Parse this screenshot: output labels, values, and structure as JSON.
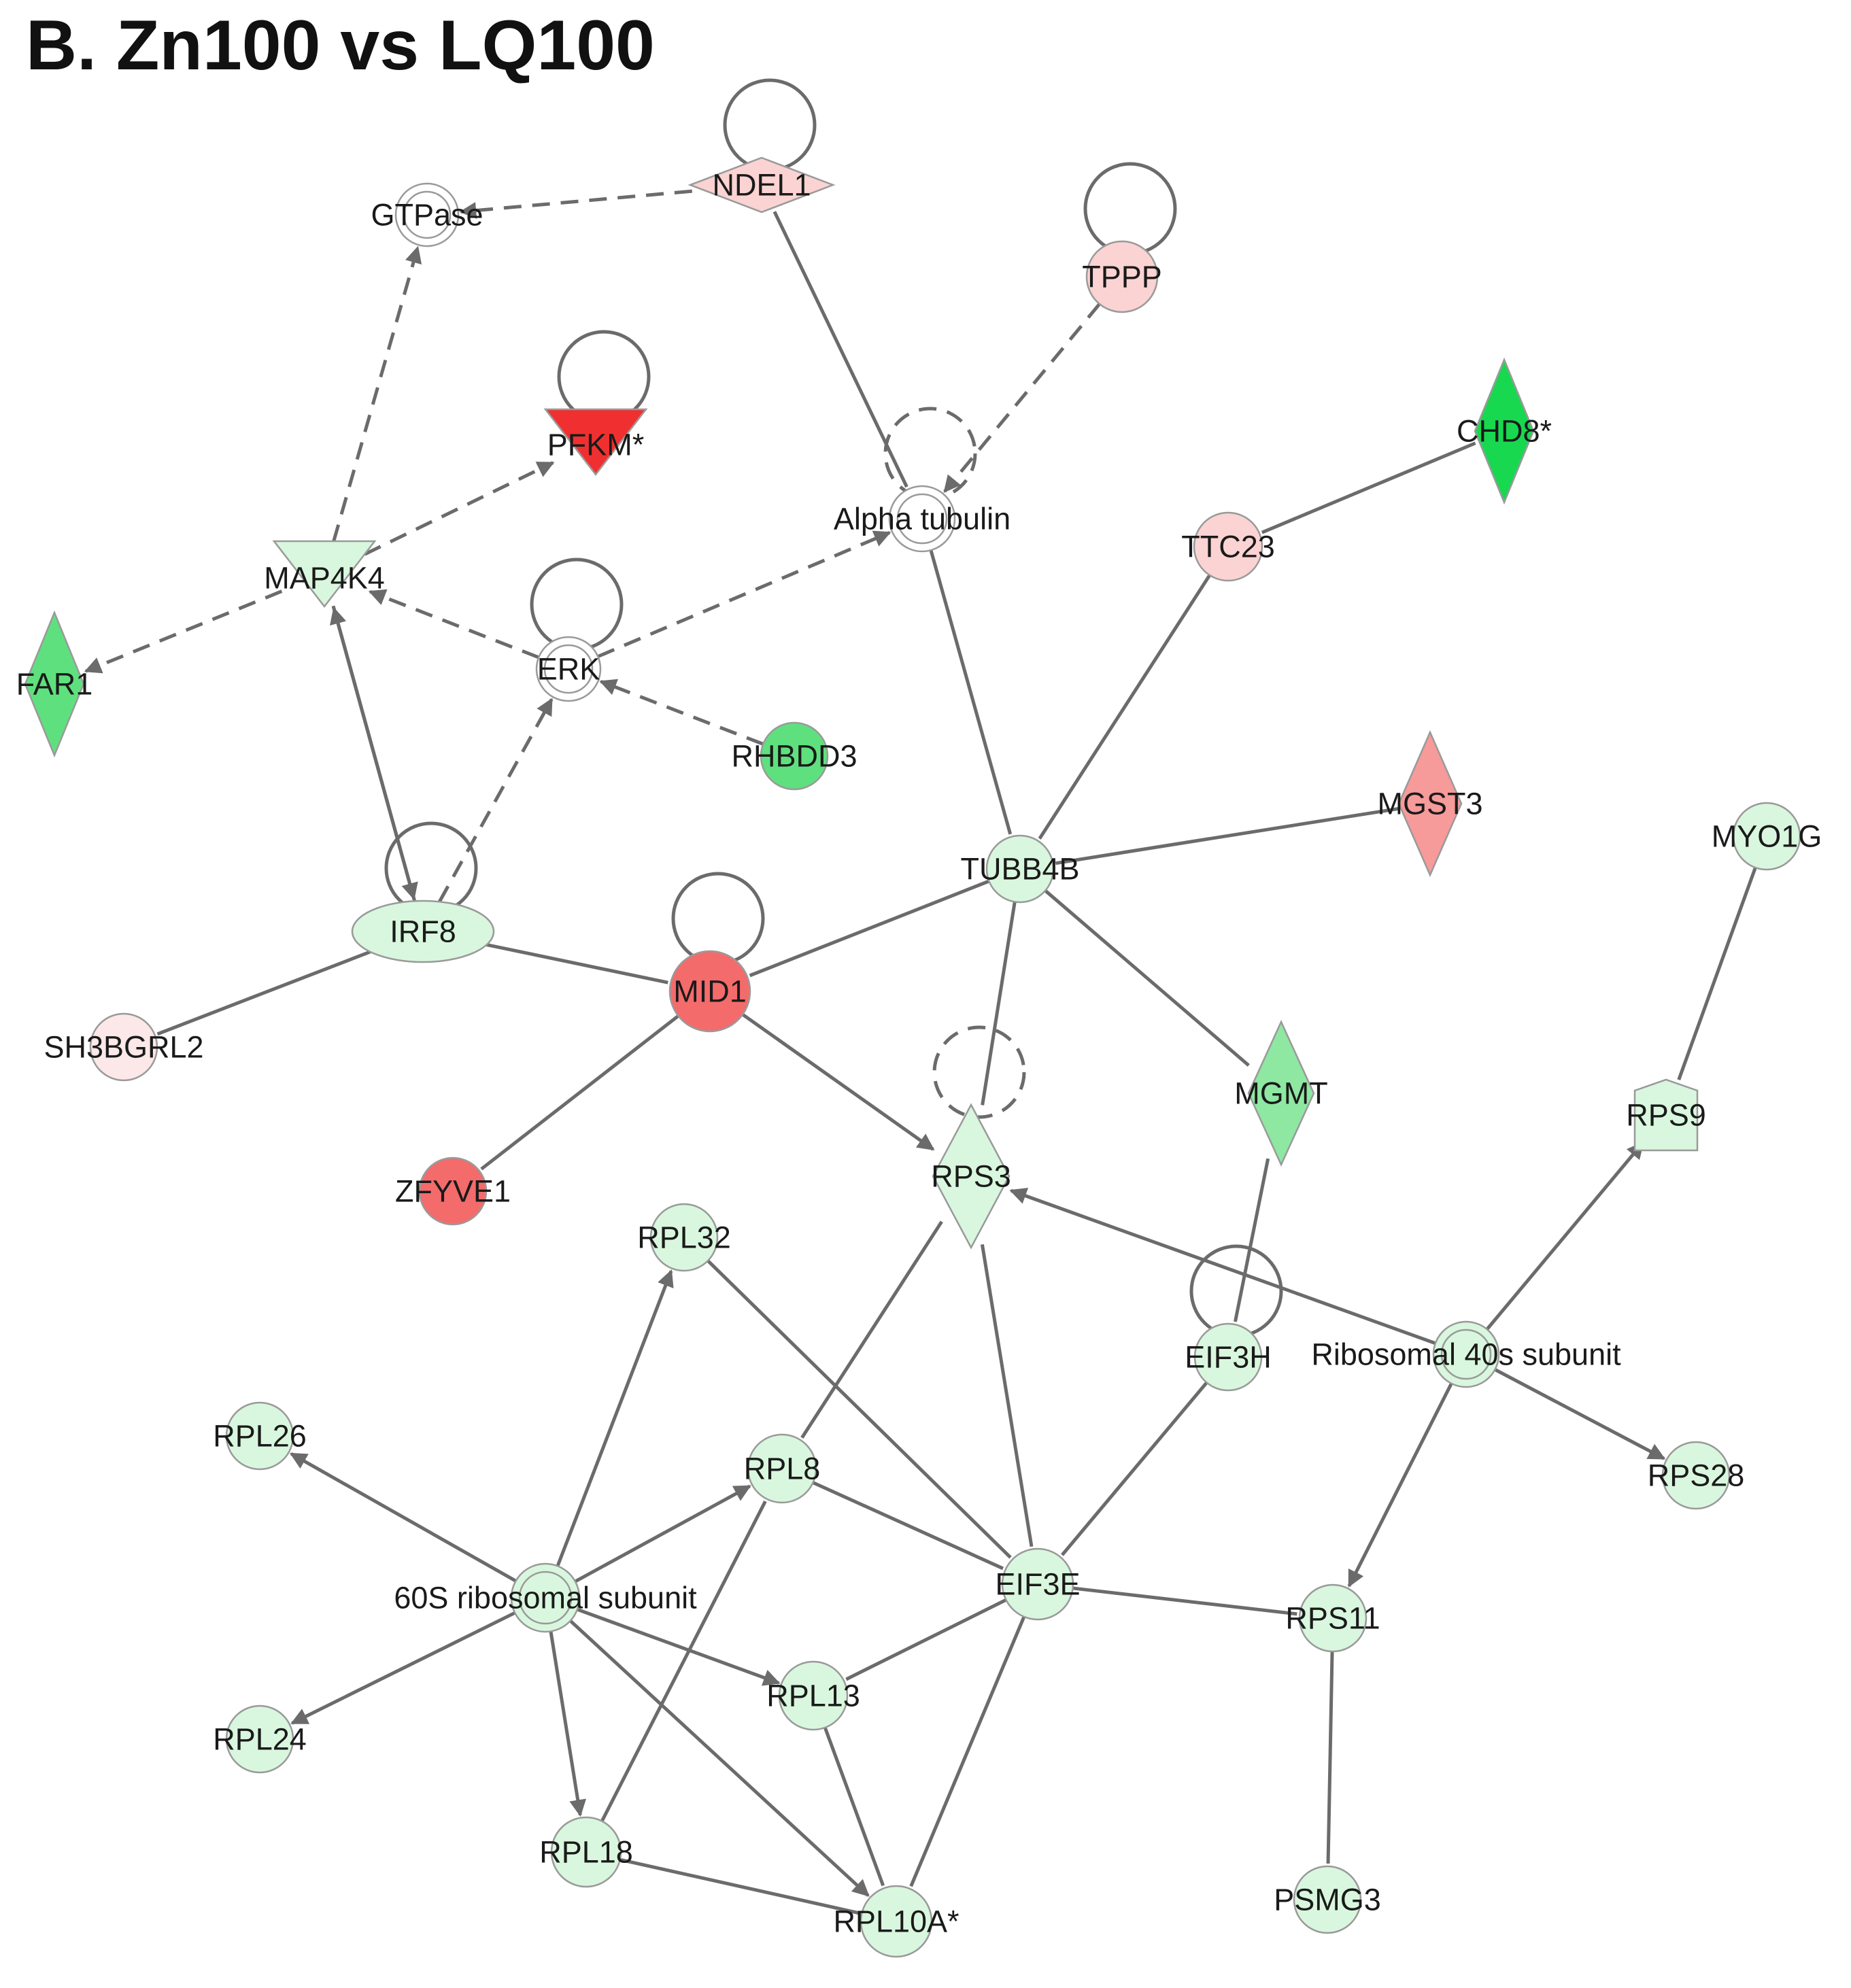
{
  "title": "B. Zn100 vs LQ100",
  "colors": {
    "white": "#ffffff",
    "light_red": "#fbd3d3",
    "pale_red": "#fce8e8",
    "mid_red": "#f79a9a",
    "red": "#f46b6b",
    "strong_red": "#f03030",
    "light_green": "#d9f7de",
    "mid_green": "#8ee8a2",
    "green": "#5fe07e",
    "strong_green": "#18d850",
    "edge": "#6b6b6b"
  },
  "nodes": [
    {
      "id": "NDEL1",
      "label": "NDEL1",
      "shape": "diamond-wide",
      "color": "light_red"
    },
    {
      "id": "GTPase",
      "label": "GTPase",
      "shape": "double-circle",
      "color": "white"
    },
    {
      "id": "TPPP",
      "label": "TPPP",
      "shape": "circle",
      "color": "light_red"
    },
    {
      "id": "PFKM",
      "label": "PFKM*",
      "shape": "triangle-down",
      "color": "strong_red"
    },
    {
      "id": "CHD8",
      "label": "CHD8*",
      "shape": "diamond",
      "color": "strong_green"
    },
    {
      "id": "AlphaTubulin",
      "label": "Alpha tubulin",
      "shape": "double-circle",
      "color": "white"
    },
    {
      "id": "TTC23",
      "label": "TTC23",
      "shape": "circle",
      "color": "light_red"
    },
    {
      "id": "MAP4K4",
      "label": "MAP4K4",
      "shape": "triangle-down",
      "color": "light_green"
    },
    {
      "id": "FAR1",
      "label": "FAR1",
      "shape": "diamond",
      "color": "green"
    },
    {
      "id": "ERK",
      "label": "ERK",
      "shape": "double-circle",
      "color": "white"
    },
    {
      "id": "RHBDD3",
      "label": "RHBDD3",
      "shape": "circle",
      "color": "green"
    },
    {
      "id": "MGST3",
      "label": "MGST3",
      "shape": "diamond",
      "color": "mid_red"
    },
    {
      "id": "MYO1G",
      "label": "MYO1G",
      "shape": "circle",
      "color": "light_green"
    },
    {
      "id": "TUBB4B",
      "label": "TUBB4B",
      "shape": "circle",
      "color": "light_green"
    },
    {
      "id": "IRF8",
      "label": "IRF8",
      "shape": "ellipse",
      "color": "light_green"
    },
    {
      "id": "MID1",
      "label": "MID1",
      "shape": "circle",
      "color": "red"
    },
    {
      "id": "SH3BGRL2",
      "label": "SH3BGRL2",
      "shape": "circle",
      "color": "pale_red"
    },
    {
      "id": "MGMT",
      "label": "MGMT",
      "shape": "diamond",
      "color": "mid_green"
    },
    {
      "id": "RPS9",
      "label": "RPS9",
      "shape": "pentagon",
      "color": "light_green"
    },
    {
      "id": "ZFYVE1",
      "label": "ZFYVE1",
      "shape": "circle",
      "color": "red"
    },
    {
      "id": "RPS3",
      "label": "RPS3",
      "shape": "diamond",
      "color": "light_green"
    },
    {
      "id": "RPL32",
      "label": "RPL32",
      "shape": "circle",
      "color": "light_green"
    },
    {
      "id": "EIF3H",
      "label": "EIF3H",
      "shape": "circle",
      "color": "light_green"
    },
    {
      "id": "Rib40S",
      "label": "Ribosomal 40s subunit",
      "shape": "double-circle-filled",
      "color": "light_green"
    },
    {
      "id": "RPL26",
      "label": "RPL26",
      "shape": "circle",
      "color": "light_green"
    },
    {
      "id": "RPL8",
      "label": "RPL8",
      "shape": "circle",
      "color": "light_green"
    },
    {
      "id": "RPS28",
      "label": "RPS28",
      "shape": "circle",
      "color": "light_green"
    },
    {
      "id": "Rib60S",
      "label": "60S ribosomal subunit",
      "shape": "double-circle-filled",
      "color": "light_green"
    },
    {
      "id": "EIF3E",
      "label": "EIF3E",
      "shape": "circle",
      "color": "light_green"
    },
    {
      "id": "RPS11",
      "label": "RPS11",
      "shape": "circle",
      "color": "light_green"
    },
    {
      "id": "RPL13",
      "label": "RPL13",
      "shape": "circle",
      "color": "light_green"
    },
    {
      "id": "RPL24",
      "label": "RPL24",
      "shape": "circle",
      "color": "light_green"
    },
    {
      "id": "RPL18",
      "label": "RPL18",
      "shape": "circle",
      "color": "light_green"
    },
    {
      "id": "PSMG3",
      "label": "PSMG3",
      "shape": "circle",
      "color": "light_green"
    },
    {
      "id": "RPL10A",
      "label": "RPL10A*",
      "shape": "circle",
      "color": "light_green"
    }
  ],
  "edges": [
    {
      "from": "NDEL1",
      "to": "GTPase",
      "style": "dashed",
      "arrow": true
    },
    {
      "from": "NDEL1",
      "to": "AlphaTubulin",
      "style": "solid",
      "arrow": false
    },
    {
      "from": "TPPP",
      "to": "AlphaTubulin",
      "style": "dashed",
      "arrow": true
    },
    {
      "from": "MAP4K4",
      "to": "GTPase",
      "style": "dashed",
      "arrow": true
    },
    {
      "from": "MAP4K4",
      "to": "PFKM",
      "style": "dashed",
      "arrow": true
    },
    {
      "from": "MAP4K4",
      "to": "FAR1",
      "style": "dashed",
      "arrow": true
    },
    {
      "from": "ERK",
      "to": "MAP4K4",
      "style": "dashed",
      "arrow": true
    },
    {
      "from": "ERK",
      "to": "AlphaTubulin",
      "style": "dashed",
      "arrow": true
    },
    {
      "from": "RHBDD3",
      "to": "ERK",
      "style": "dashed",
      "arrow": true
    },
    {
      "from": "IRF8",
      "to": "ERK",
      "style": "dashed",
      "arrow": true
    },
    {
      "from": "IRF8",
      "to": "MAP4K4",
      "style": "solid",
      "arrow": true
    },
    {
      "from": "MAP4K4",
      "to": "IRF8",
      "style": "solid",
      "arrow": true
    },
    {
      "from": "IRF8",
      "to": "SH3BGRL2",
      "style": "solid",
      "arrow": false
    },
    {
      "from": "IRF8",
      "to": "MID1",
      "style": "solid",
      "arrow": false
    },
    {
      "from": "AlphaTubulin",
      "to": "TUBB4B",
      "style": "solid",
      "arrow": false
    },
    {
      "from": "CHD8",
      "to": "TTC23",
      "style": "solid",
      "arrow": false
    },
    {
      "from": "TTC23",
      "to": "TUBB4B",
      "style": "solid",
      "arrow": false
    },
    {
      "from": "MGST3",
      "to": "TUBB4B",
      "style": "solid",
      "arrow": false
    },
    {
      "from": "TUBB4B",
      "to": "MID1",
      "style": "solid",
      "arrow": false
    },
    {
      "from": "TUBB4B",
      "to": "MGMT",
      "style": "solid",
      "arrow": false
    },
    {
      "from": "TUBB4B",
      "to": "RPS3",
      "style": "solid",
      "arrow": false
    },
    {
      "from": "MID1",
      "to": "ZFYVE1",
      "style": "solid",
      "arrow": false
    },
    {
      "from": "MID1",
      "to": "RPS3",
      "style": "solid",
      "arrow": true
    },
    {
      "from": "MYO1G",
      "to": "RPS9",
      "style": "solid",
      "arrow": false
    },
    {
      "from": "MGMT",
      "to": "EIF3H",
      "style": "solid",
      "arrow": false
    },
    {
      "from": "Rib40S",
      "to": "RPS3",
      "style": "solid",
      "arrow": true
    },
    {
      "from": "Rib40S",
      "to": "RPS9",
      "style": "solid",
      "arrow": true
    },
    {
      "from": "Rib40S",
      "to": "RPS28",
      "style": "solid",
      "arrow": true
    },
    {
      "from": "Rib40S",
      "to": "RPS11",
      "style": "solid",
      "arrow": true
    },
    {
      "from": "RPS3",
      "to": "RPL8",
      "style": "solid",
      "arrow": false
    },
    {
      "from": "RPS3",
      "to": "EIF3E",
      "style": "solid",
      "arrow": false
    },
    {
      "from": "RPL32",
      "to": "EIF3E",
      "style": "solid",
      "arrow": false
    },
    {
      "from": "EIF3H",
      "to": "EIF3E",
      "style": "solid",
      "arrow": false
    },
    {
      "from": "RPL8",
      "to": "EIF3E",
      "style": "solid",
      "arrow": false
    },
    {
      "from": "EIF3E",
      "to": "RPS11",
      "style": "solid",
      "arrow": false
    },
    {
      "from": "EIF3E",
      "to": "RPL13",
      "style": "solid",
      "arrow": false
    },
    {
      "from": "EIF3E",
      "to": "RPL10A",
      "style": "solid",
      "arrow": false
    },
    {
      "from": "Rib60S",
      "to": "RPL32",
      "style": "solid",
      "arrow": true
    },
    {
      "from": "Rib60S",
      "to": "RPL26",
      "style": "solid",
      "arrow": true
    },
    {
      "from": "Rib60S",
      "to": "RPL8",
      "style": "solid",
      "arrow": true
    },
    {
      "from": "Rib60S",
      "to": "RPL24",
      "style": "solid",
      "arrow": true
    },
    {
      "from": "Rib60S",
      "to": "RPL13",
      "style": "solid",
      "arrow": true
    },
    {
      "from": "Rib60S",
      "to": "RPL18",
      "style": "solid",
      "arrow": true
    },
    {
      "from": "Rib60S",
      "to": "RPL10A",
      "style": "solid",
      "arrow": true
    },
    {
      "from": "RPL18",
      "to": "RPL8",
      "style": "solid",
      "arrow": false
    },
    {
      "from": "RPL18",
      "to": "RPL10A",
      "style": "solid",
      "arrow": false
    },
    {
      "from": "RPL13",
      "to": "RPL10A",
      "style": "solid",
      "arrow": false
    },
    {
      "from": "RPS11",
      "to": "PSMG3",
      "style": "solid",
      "arrow": false
    }
  ],
  "self_loops": [
    {
      "node": "NDEL1",
      "style": "solid"
    },
    {
      "node": "TPPP",
      "style": "solid"
    },
    {
      "node": "PFKM",
      "style": "solid"
    },
    {
      "node": "AlphaTubulin",
      "style": "dashed"
    },
    {
      "node": "ERK",
      "style": "solid"
    },
    {
      "node": "IRF8",
      "style": "solid"
    },
    {
      "node": "MID1",
      "style": "solid"
    },
    {
      "node": "RPS3",
      "style": "dashed"
    },
    {
      "node": "EIF3H",
      "style": "solid"
    }
  ]
}
